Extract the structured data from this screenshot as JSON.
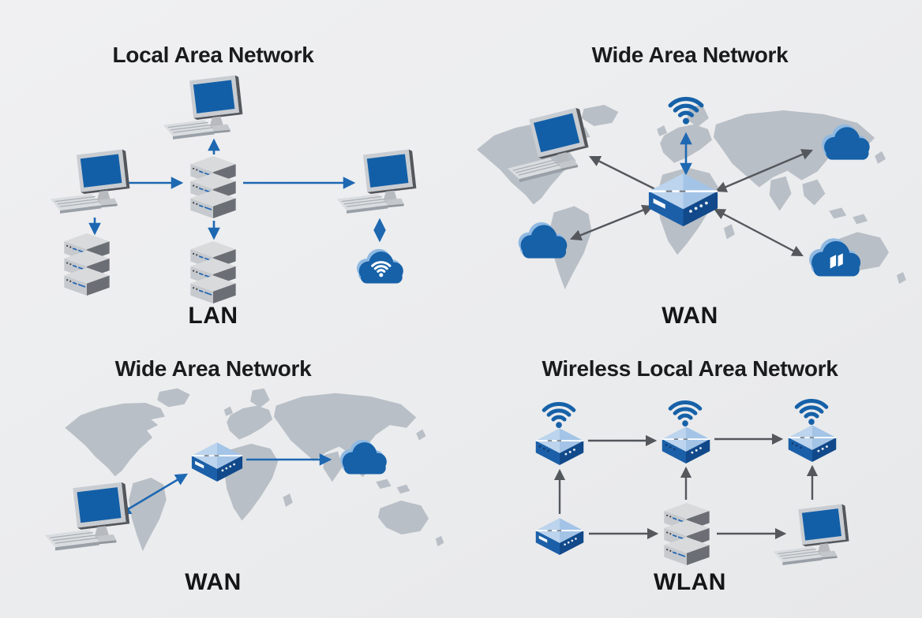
{
  "background": "#ebecee",
  "colors": {
    "title_text": "#1a1b1c",
    "label_text": "#141516",
    "map_gray": "#b9bfc6",
    "primary_blue": "#1661a8",
    "light_blue": "#a9c8e8",
    "arrow_blue": "#1e68b2",
    "arrow_gray": "#54575c",
    "server_gray": "#c6c9cd",
    "screen_blue": "#135fa7"
  },
  "panels": [
    {
      "id": "lan",
      "title": "Local Area Network",
      "label": "LAN",
      "icons": [
        "computer",
        "computer",
        "computer",
        "server-stack",
        "server-stack",
        "server-stack",
        "cloud-with-wifi"
      ],
      "connections": [
        "left-computer -> central-server",
        "central-server -> top-computer",
        "central-server -> right-computer",
        "central-server -> bottom-server",
        "left-computer -> bottom-left-server",
        "right-computer <-> cloud"
      ]
    },
    {
      "id": "wan-top",
      "title": "Wide Area Network",
      "label": "WAN",
      "icons": [
        "world-map",
        "wifi-signal",
        "router",
        "computer",
        "cloud",
        "cloud",
        "cloud-with-sites"
      ],
      "connections": [
        "wifi <-> router",
        "router -> northwest-computer",
        "router <-> northeast-cloud",
        "router -> southwest-cloud",
        "router <-> southeast-cloud"
      ]
    },
    {
      "id": "wan-bottom",
      "title": "Wide Area Network",
      "label": "WAN",
      "icons": [
        "world-map",
        "router",
        "computer",
        "cloud"
      ],
      "connections": [
        "computer <-> router",
        "router -> cloud"
      ]
    },
    {
      "id": "wlan",
      "title": "Wireless Local Area Network",
      "label": "WLAN",
      "icons": [
        "access-point",
        "access-point",
        "access-point",
        "wifi-signal",
        "wifi-signal",
        "wifi-signal",
        "router",
        "server-stack",
        "computer"
      ],
      "connections": [
        "access-point-1 -> access-point-2",
        "access-point-2 -> access-point-3",
        "router -> access-point-1",
        "server -> access-point-2",
        "computer -> access-point-3",
        "router -> server",
        "server -> computer"
      ]
    }
  ]
}
